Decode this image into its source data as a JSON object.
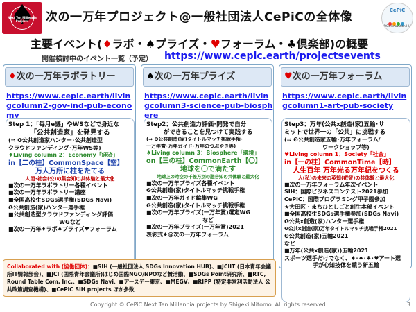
{
  "header": {
    "title": "次の一万年プロジェクト@一般社団法人CePiCの全体像",
    "logo_left_text": "Next Ten Millennia Projects",
    "logo_right_title": "CePiC",
    "logo_right_sub": "SDGs Innovation HUB"
  },
  "subtitle": {
    "prefix": "主要イベント(",
    "s1": "♦",
    "t1": "ラボ・",
    "s2": "♠",
    "t2": "プライズ・",
    "s3": "♥",
    "t3": "フォーラム・",
    "s4": "♣",
    "t4": "倶楽部",
    "suffix": ")の概要"
  },
  "listing": {
    "label": "開催検討中のイベント一覧（予定）",
    "url": "https://www.cepic.earth/projectsevents"
  },
  "columns": [
    {
      "suit": "♦",
      "header": "次の一万年ラボラトリー",
      "url": "https://www.cepic.earth/livingcolumn2-gov-ind-pub-economy",
      "lines": [
        "Step 1：「毎月e議」やWSなどで身近な",
        "「公共創造家」を発見する",
        "(⇒ ❶公共創造家ハンター･公共創造型",
        "クラウドファンディング･万年WS等)",
        "♦Living column 2：Economy「経済」",
        "in【二の柱】CommonSpace【空】",
        "万人万所に柱をたてる",
        "人間･社会(公)の集合知の共体験と最大化",
        "■次の一万年ラボラトリー各種イベント",
        "■次の一万年ラボラトリー講座",
        "■全国高校生SDGs選手権(SDGs Navi)",
        "❶公共創造(家)ハンター選手権",
        "■公共創造型クラウドファンディング評価",
        "WGなど",
        "■次の一万年♦ラボ♠プライズ♥フォーラム"
      ]
    },
    {
      "suit": "♠",
      "header": "次の一万年プライズ",
      "url": "https://www.cepic.earth/livingcolumn3-science-pub-biosphere",
      "lines": [
        "Step2：公共創造力評価･開発で自分",
        "ができることを見つけて実践する",
        "(⇒ ❷公共創造(家)タイトルマッチ挑戦手権･",
        "一万年賞･万年ガイド･万年のつぶやき等)",
        "♠Living column 3：Biosphere「環境」",
        "on【三の柱】CommonEarth【〇】",
        "地球を〇で満たす",
        "地球上の時空の千差万別の融合知の共体験と最大化",
        "■次の一万年プライズ各種イベント",
        "❷公共創造(家)タイトルマッチ挑戦手権",
        "■次の一万年ガイド編集WG",
        "❷公共創造(家)タイトルマッチ挑戦手権",
        "■次の一万年プライズ(一万年賞)選定WG",
        "など",
        "■次の一万年プライズ(一万年賞)2021",
        "表彰式♦@次の一万年フォーラム"
      ]
    },
    {
      "suit": "♥",
      "header": "次の一万年フォーラム",
      "url": "https://www.cepic.earth/livingcolumn1-art-pub-society",
      "lines": [
        "Step3：万年(公共x創造(家)五輪･サ",
        "ミットで世界一の「公共」に挑戦する",
        "(⇒ ❸公共創造家五輪･万年フォーラム/",
        "ワークショップ等)",
        "♥Living column 1：Society「社会」",
        "in【一の柱】CommonTime【時】",
        "人生百年 万年光る万年紀をつくる",
        "人(私)の未来の英知(叡智)の共体験と最大化",
        "■次の一万年フォーラム年次イベント",
        "SIH：国際ビジネスコンテスト2021参加",
        "CePiC：国際プログラミング甲子園参加",
        "★大田区・まちひとしごと創生本部イベント",
        "■全国高校生SDGs選手権参加(SDGs Navi)",
        "❶公共x創造(家)ハンター選手権",
        "❷公共x創造(家)万年タイトルマッチ挑戦手権2021",
        "❸公共創造(家)五輪2021",
        "など",
        "■万年(公共x創造(家))五輪2021",
        "スポーツ選手だけでなく、♦･♠･♣･♥アート選",
        "手が心知技体を競う新五輪"
      ]
    }
  ],
  "collab": {
    "label": "Collaborated with (協働団体)：",
    "text": "■SIH (一般社団法人 SDGs Innovation HUB)、■JCIIT (日本青年会議所IT情報部会)、■JCI (国際青年会議所)はじめ国際NGO/NPOなど賛活動、■SDGs Point研究所、■RTC, Round Table Com, Inc.、■SDGs Navi、■アースデー東京、■MEGV、■RIPP (特定非営利活動法人 公共政策調査機構)、■CePiC SIH projects ほか多数"
  },
  "footer": {
    "copyright": "Copyright © CePiC Next Ten Millennia projects by Shigeki Mitomo. All rights reserved.",
    "page": "3"
  },
  "colors": {
    "accent_blue": "#1a1aee",
    "suit_red": "#e00000",
    "header_bg": "#dde8f5",
    "collab_bg": "#fdf3e6"
  }
}
